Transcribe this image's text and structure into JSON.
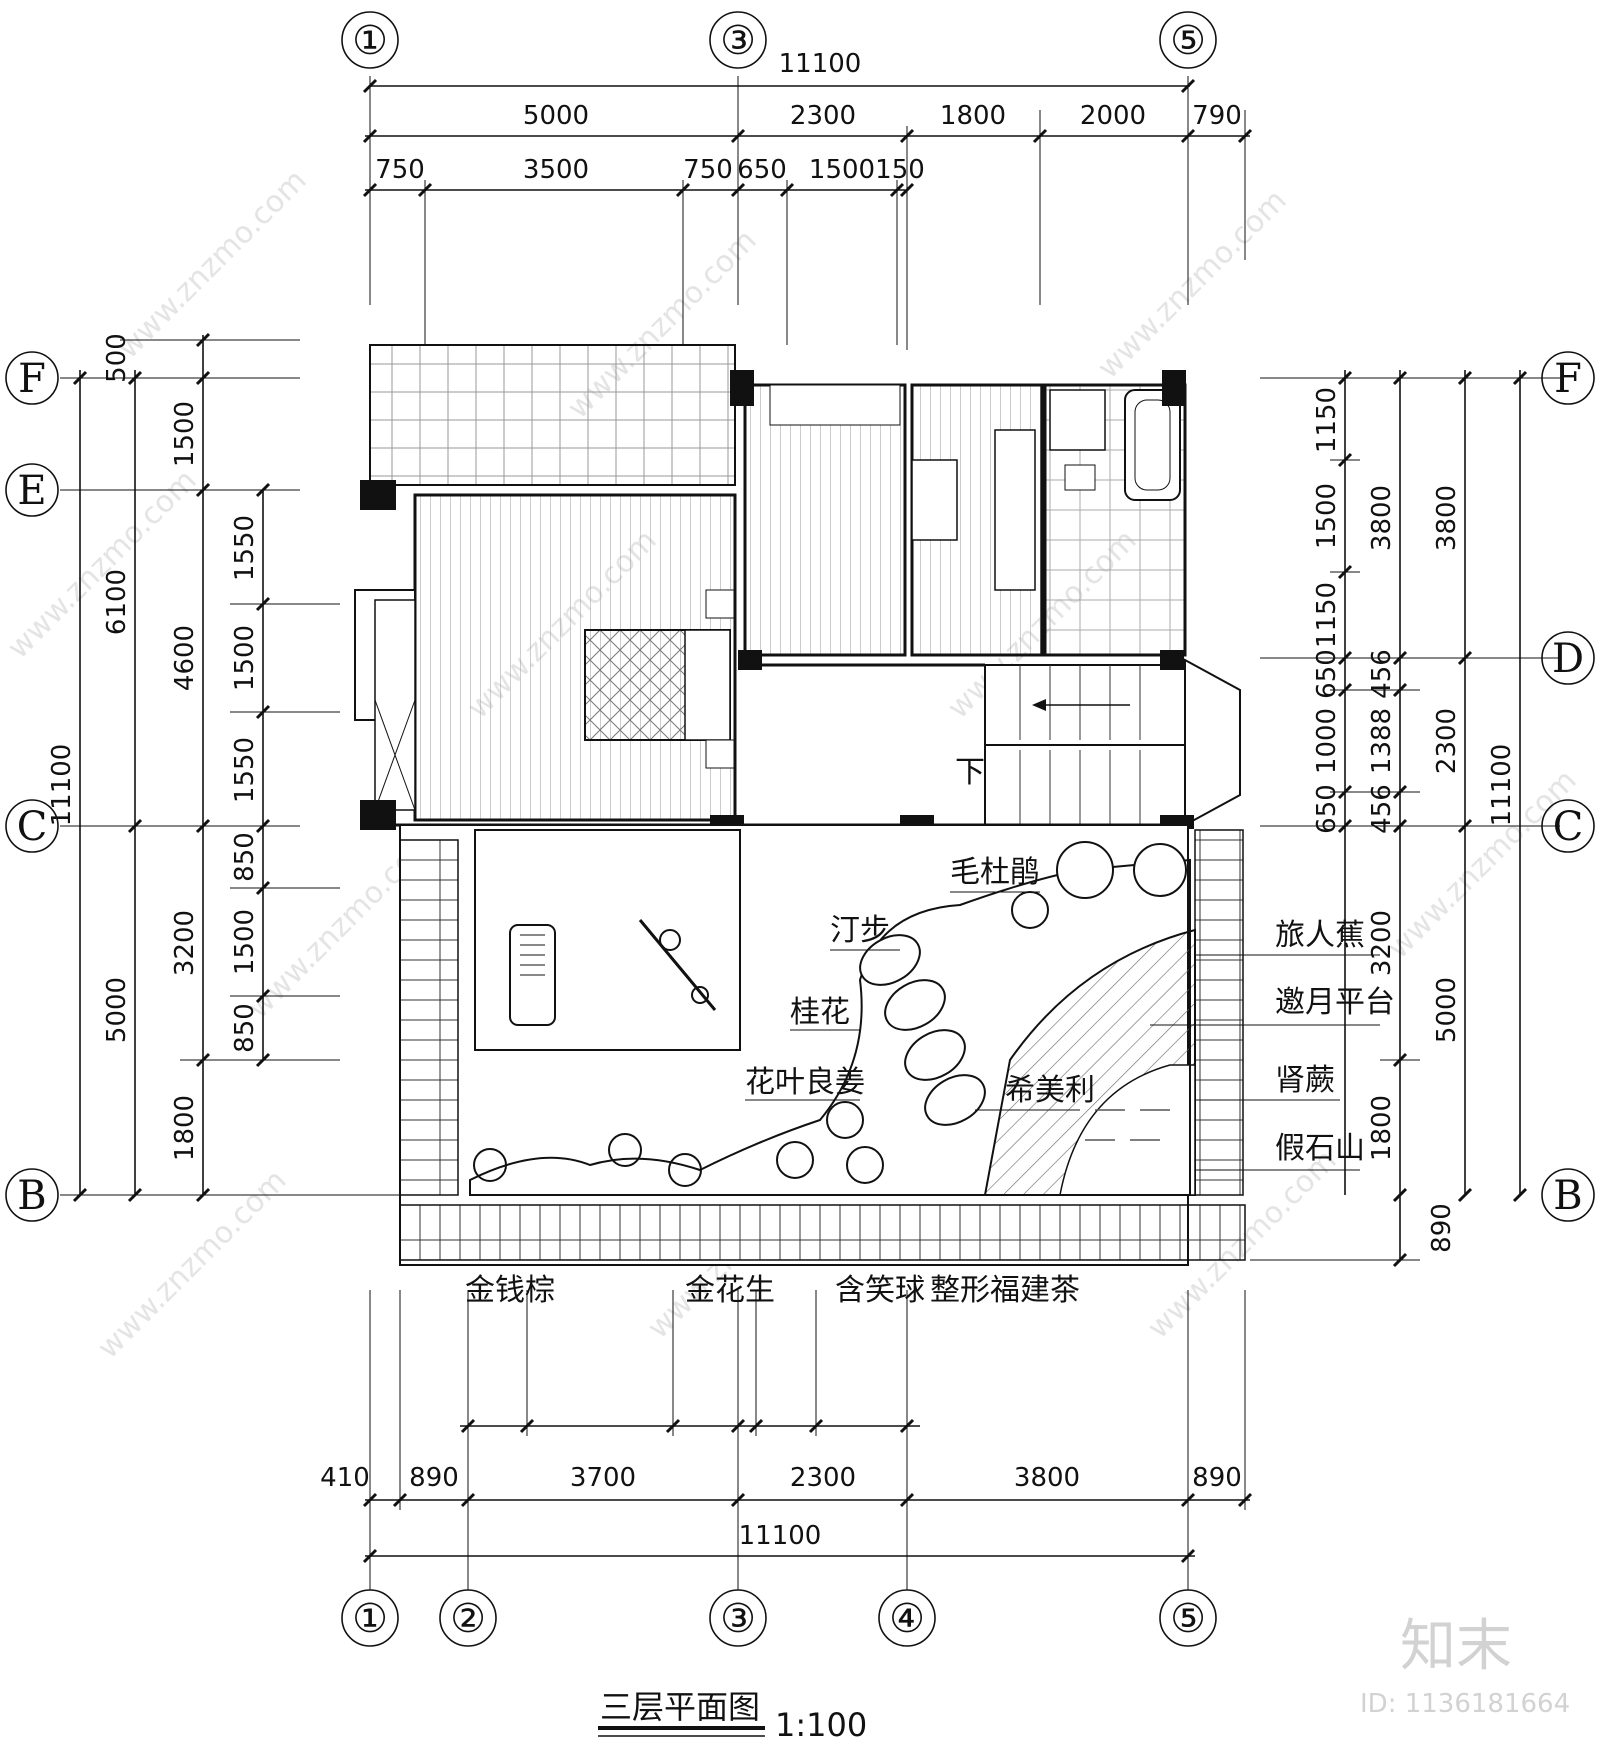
{
  "title": "三层平面图",
  "scale": "1:100",
  "watermark": "www.znzmo.com",
  "brand_logo": "知末",
  "id_text": "ID: 1136181664",
  "axes": {
    "top": [
      "①",
      "③",
      "⑤"
    ],
    "bottom": [
      "①",
      "②",
      "③",
      "④",
      "⑤"
    ],
    "left": [
      "F",
      "E",
      "C",
      "B"
    ],
    "right": [
      "F",
      "D",
      "C",
      "B"
    ]
  },
  "dims": {
    "top_total": "11100",
    "top_row2": [
      "5000",
      "2300",
      "1800",
      "2000",
      "790"
    ],
    "top_row3": [
      "750",
      "3500",
      "750",
      "650",
      "1500",
      "150"
    ],
    "left_outer": [
      "11100"
    ],
    "left_row2": [
      "6100",
      "5000"
    ],
    "left_row3": [
      "500",
      "4600",
      "3200",
      "1800"
    ],
    "left_row4": [
      "1500",
      "1550",
      "1500",
      "1550",
      "850",
      "1500",
      "850"
    ],
    "right_outer": [
      "11100"
    ],
    "right_row2": [
      "3800",
      "2300",
      "5000"
    ],
    "right_row3": [
      "3800",
      "456",
      "1388",
      "456",
      "3200",
      "1800",
      "890"
    ],
    "right_row4": [
      "1150",
      "1500",
      "1150",
      "650",
      "1000",
      "650"
    ],
    "bottom_row": [
      "410",
      "890",
      "3700",
      "2300",
      "3800",
      "890"
    ],
    "bottom_total": "11100"
  },
  "plant_labels": {
    "right": [
      "旅人蕉",
      "邀月平台",
      "肾蕨",
      "假石山"
    ],
    "left": [
      "汀步",
      "桂花",
      "花叶良姜"
    ],
    "inner": [
      "毛杜鹃",
      "希美利"
    ],
    "bottom": [
      "金钱棕",
      "金花生",
      "含笑球",
      "整形福建茶"
    ]
  },
  "stair_label": "下"
}
